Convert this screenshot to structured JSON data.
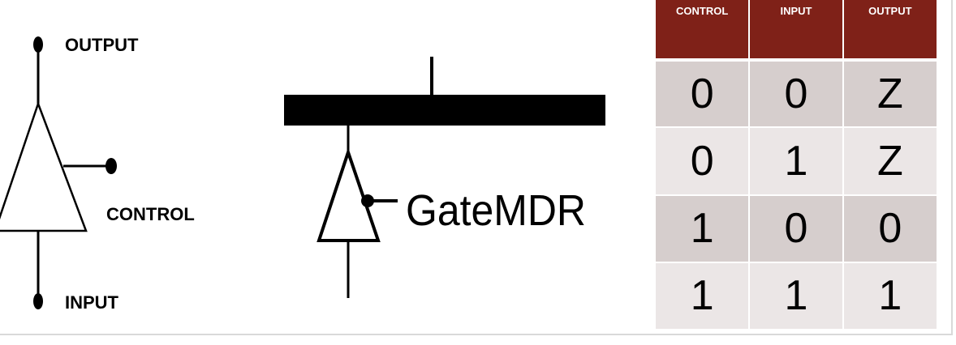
{
  "buffer_symbol": {
    "output_label": "OUTPUT",
    "control_label": "CONTROL",
    "input_label": "INPUT"
  },
  "bus_diagram": {
    "gate_label": "GateMDR"
  },
  "truth_table": {
    "headers": [
      "CONTROL",
      "INPUT",
      "OUTPUT"
    ],
    "rows": [
      [
        "0",
        "0",
        "Z"
      ],
      [
        "0",
        "1",
        "Z"
      ],
      [
        "1",
        "0",
        "0"
      ],
      [
        "1",
        "1",
        "1"
      ]
    ],
    "header_color": "#7f2118",
    "row_color_dark": "#d6cecd",
    "row_color_light": "#ebe6e6"
  }
}
